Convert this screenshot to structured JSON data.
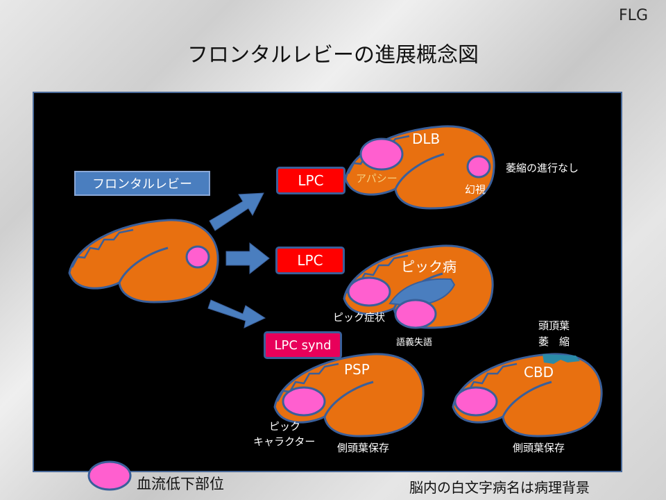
{
  "corner_label": "FLG",
  "title": "フロンタルレビーの進展概念図",
  "origin_label": "フロンタルレビー",
  "lpc_labels": [
    "LPC",
    "LPC",
    "LPC synd"
  ],
  "brains": {
    "dlb": {
      "name": "DLB",
      "labels": [
        "アパシー",
        "幻視"
      ],
      "note": "萎縮の進行なし"
    },
    "pick": {
      "name": "ピック病",
      "labels": [
        "ピック症状",
        "語義失語"
      ]
    },
    "psp": {
      "name": "PSP",
      "labels": [
        "ピック",
        "キャラクター",
        "側頭葉保存"
      ]
    },
    "cbd": {
      "name": "CBD",
      "labels": [
        "頭頂葉",
        "萎　縮",
        "側頭葉保存"
      ]
    }
  },
  "legend": {
    "text": "血流低下部位"
  },
  "footer_note": "脳内の白文字病名は病理背景",
  "colors": {
    "brain": "#e87010",
    "outline": "#3a5f9a",
    "hypoperfusion": "#ff5fcf",
    "lpc": "#ff0000",
    "lpc_synd": "#e8005a",
    "arrow": "#4a7ebf"
  }
}
